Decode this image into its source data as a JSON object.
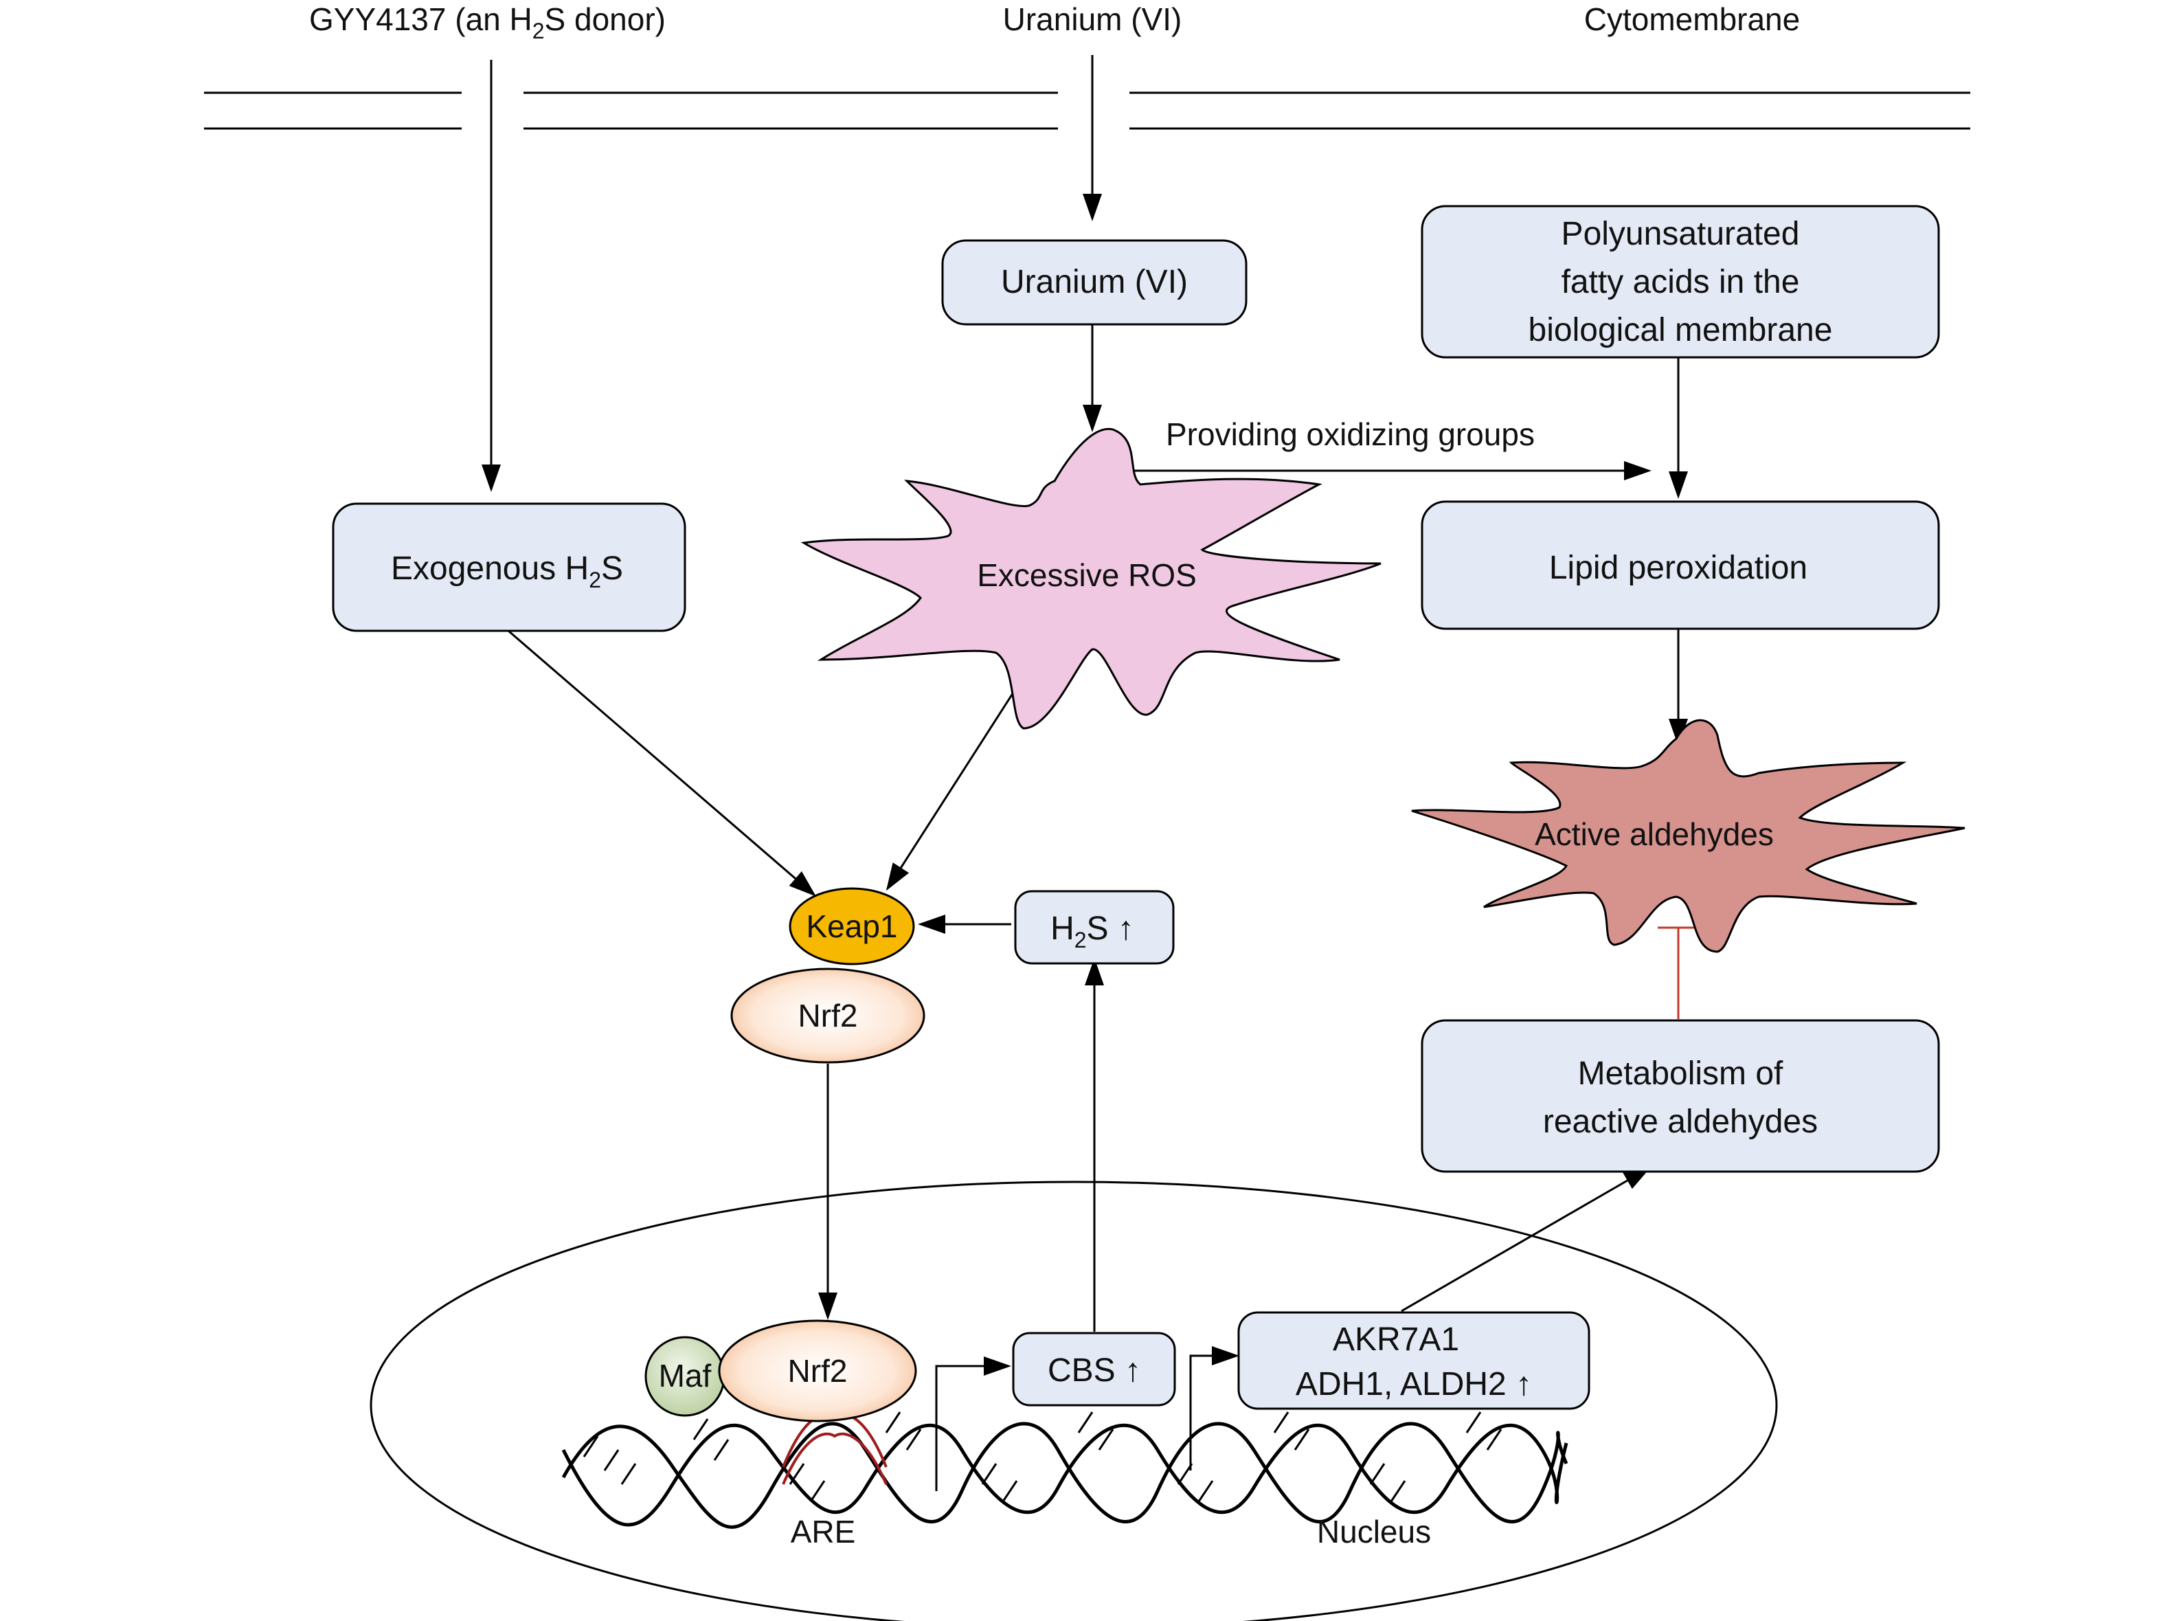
{
  "colors": {
    "box_fill": "#e4eaf5",
    "ros_fill": "#f0c8e2",
    "aldehyde_fill": "#d6938e",
    "keap1_fill": "#f6b800",
    "maf_fill": "#d4e3c2",
    "inhibit_line": "#c0392b",
    "dna_highlight": "#a11d1d"
  },
  "top_labels": {
    "gyy_pre": "GYY4137 (an H",
    "gyy_sub": "2",
    "gyy_post": "S donor)",
    "uranium": "Uranium (VI)",
    "cytomembrane": "Cytomembrane"
  },
  "boxes": {
    "uranium": "Uranium (VI)",
    "pufa_line1": "Polyunsaturated",
    "pufa_line2": "fatty acids in the",
    "pufa_line3": "biological membrane",
    "exo_pre": "Exogenous H",
    "exo_sub": "2",
    "exo_post": "S",
    "lipid": "Lipid peroxidation",
    "h2s_pre": "H",
    "h2s_sub": "2",
    "h2s_post": "S",
    "h2s_arrow": "↑",
    "metabolism_line1": "Metabolism of",
    "metabolism_line2": "reactive aldehydes",
    "cbs": "CBS",
    "cbs_arrow": "↑",
    "akr_line1": "AKR7A1",
    "akr_line2": "ADH1, ALDH2",
    "akr_arrow": "↑"
  },
  "nodes": {
    "ros": "Excessive ROS",
    "aldehydes": "Active aldehydes",
    "keap1": "Keap1",
    "nrf2_cyto": "Nrf2",
    "nrf2_nuc": "Nrf2",
    "maf": "Maf"
  },
  "edge_labels": {
    "providing": "Providing oxidizing groups"
  },
  "bottom_labels": {
    "are": "ARE",
    "nucleus": "Nucleus"
  }
}
